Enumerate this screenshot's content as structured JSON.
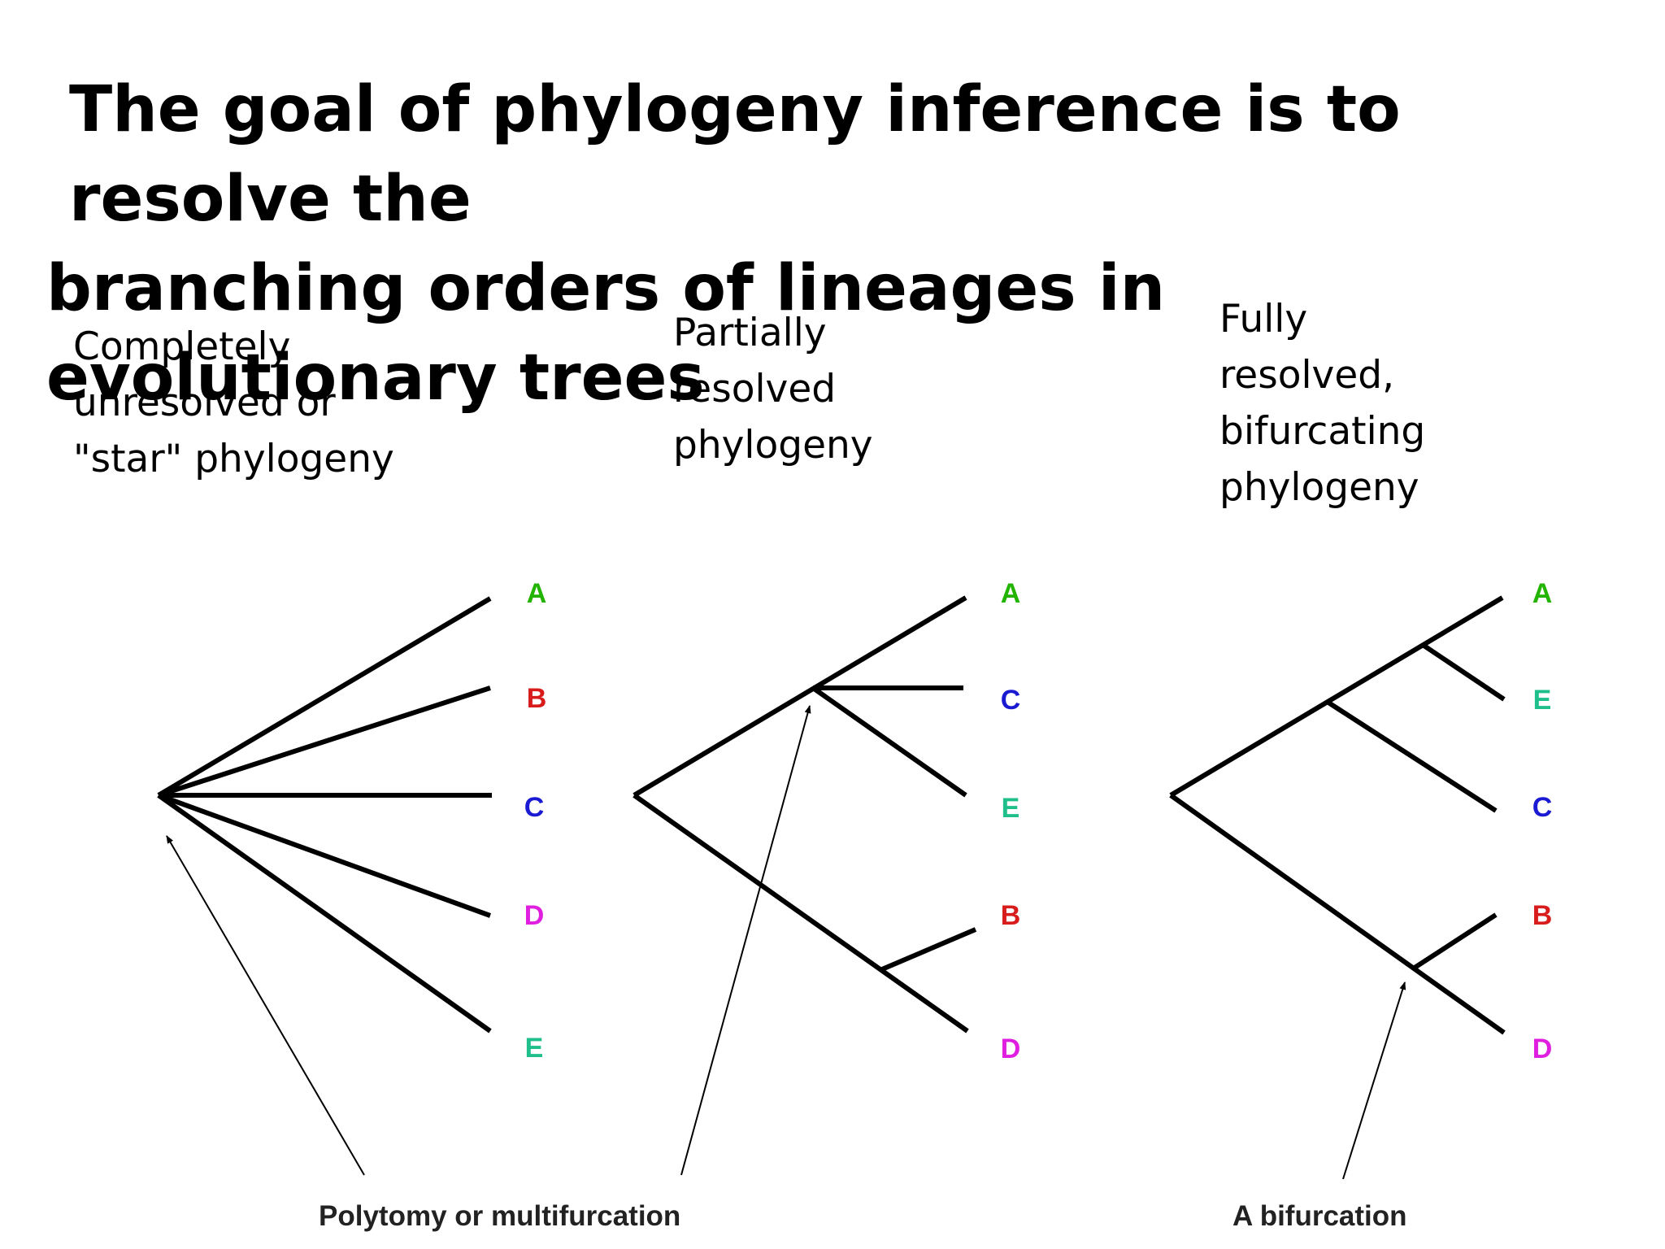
{
  "title": {
    "line1": "The goal of phylogeny inference is to resolve the",
    "line2": "branching orders of lineages in evolutionary trees"
  },
  "captions": {
    "star": "Completely\nunresolved or\n\"star\" phylogeny",
    "partial": "Partially\nresolved\nphylogeny",
    "full": "Fully\nresolved,\nbifurcating\nphylogeny"
  },
  "trees": {
    "star": {
      "tips": [
        "A",
        "B",
        "C",
        "D",
        "E"
      ]
    },
    "partial": {
      "tips": [
        "A",
        "C",
        "E",
        "B",
        "D"
      ]
    },
    "full": {
      "tips": [
        "A",
        "E",
        "C",
        "B",
        "D"
      ]
    }
  },
  "tip_colors": {
    "A": "#22b400",
    "B": "#d81c1c",
    "C": "#1a1ad2",
    "D": "#e01ee0",
    "E": "#1fbf8c"
  },
  "annotations": {
    "polytomy": "Polytomy or multifurcation",
    "bifurcation": "A bifurcation"
  }
}
